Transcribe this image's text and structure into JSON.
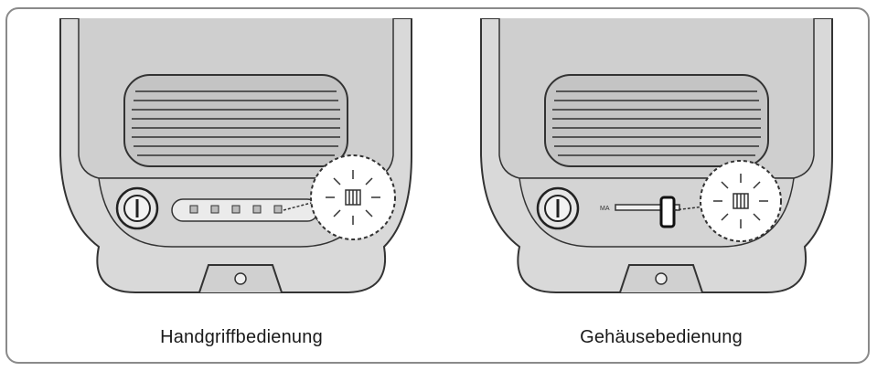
{
  "captions": {
    "left": "Handgriffbedienung",
    "right": "Gehäusebedienung"
  },
  "labels": {
    "switch_mark": "MA"
  },
  "colors": {
    "body_fill": "#d9d9d9",
    "outline": "#333333",
    "frame_border": "#8a8a8a",
    "highlight_fill": "#ffffff"
  },
  "icons": {
    "indicator": "filter-indicator-icon",
    "power": "power-knob-icon"
  }
}
